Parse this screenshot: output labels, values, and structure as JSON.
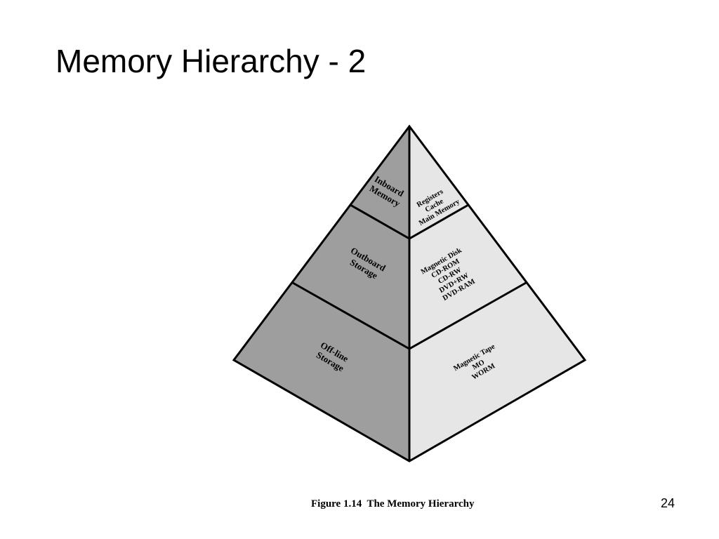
{
  "slide": {
    "title": "Memory Hierarchy - 2",
    "page_number": "24"
  },
  "figure": {
    "caption": "Figure 1.14  The Memory Hierarchy",
    "colors": {
      "left_face": "#9e9e9e",
      "right_face": "#e6e6e6",
      "outline": "#000000"
    },
    "tiers": [
      {
        "left_label": [
          "Inboard",
          "Memory"
        ],
        "right_label": [
          "Registers",
          "Cache",
          "Main Memory"
        ]
      },
      {
        "left_label": [
          "Outboard",
          "Storage"
        ],
        "right_label": [
          "Magnetic Disk",
          "CD-ROM",
          "CD-RW",
          "DVD+RW",
          "DVD-RAM"
        ]
      },
      {
        "left_label": [
          "Off-line",
          "Storage"
        ],
        "right_label": [
          "Magnetic Tape",
          "MO",
          "WORM"
        ]
      }
    ]
  }
}
